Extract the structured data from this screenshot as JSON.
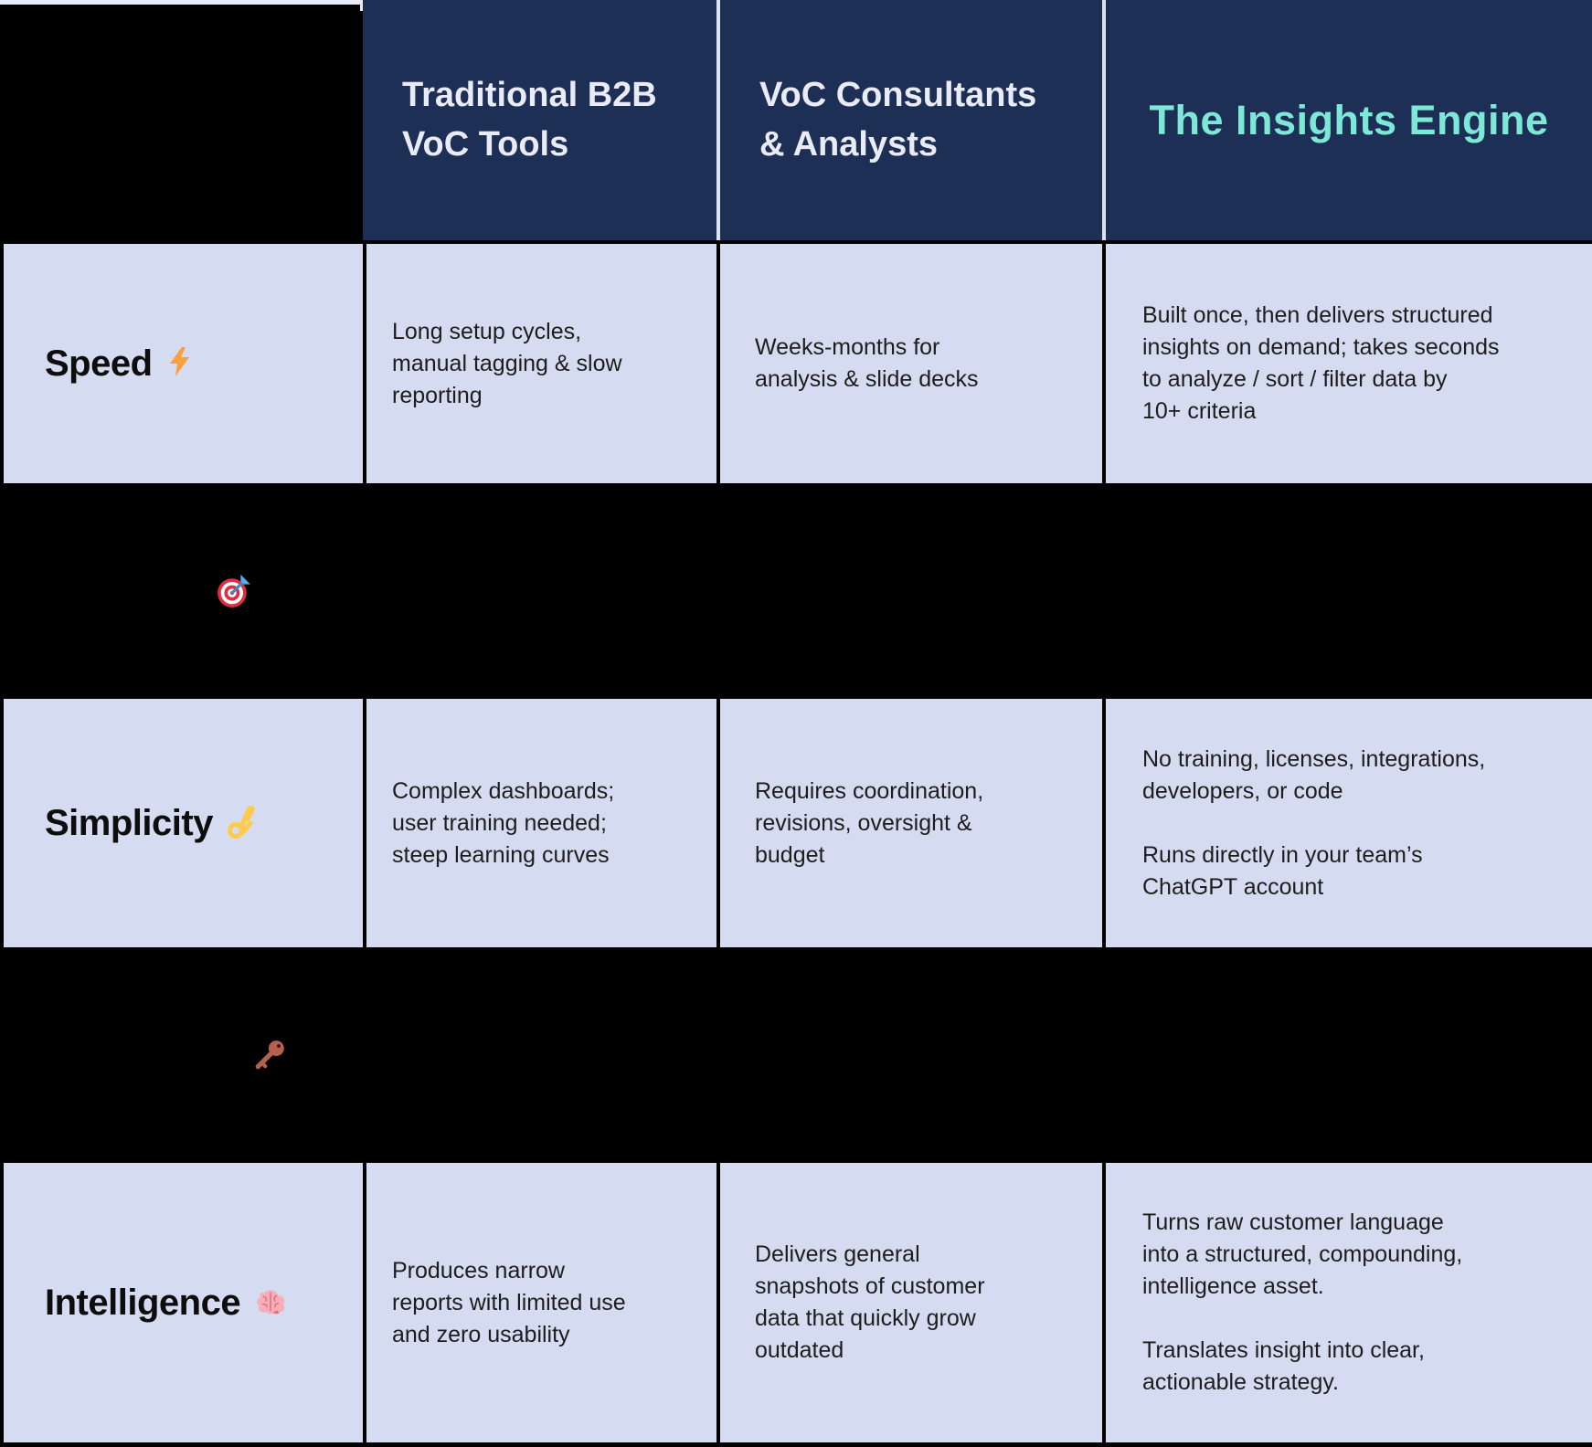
{
  "colors": {
    "page_bg": "#000000",
    "header_navy": "#1E2F55",
    "cell_lavender": "#D5DBF1",
    "header_text": "#E9ECF6",
    "accent_mint": "#7DE8D8",
    "label_text": "#0D0D0D",
    "body_text": "#1D1D1D",
    "divider_light": "#DDE2EF",
    "corner_strip": "#E8ECF8",
    "bolt_orange": "#F9A13C",
    "target_red": "#DD2E44",
    "dart_blue": "#3B88C3",
    "okhand_yellow": "#FFCB4C",
    "key_brown": "#B5604C",
    "brain_pink": "#F8AEB9"
  },
  "header": {
    "columns": [
      {
        "label": "Traditional B2B\nVoC Tools"
      },
      {
        "label": "VoC Consultants\n& Analysts"
      },
      {
        "label": "The Insights Engine",
        "highlight": true
      }
    ]
  },
  "rows": [
    {
      "label": "Speed",
      "icon": "lightning-bolt",
      "cells": [
        "Long setup cycles,\nmanual tagging & slow\nreporting",
        "Weeks-months for\nanalysis & slide decks",
        "Built once, then delivers structured\ninsights on demand; takes seconds\nto analyze / sort / filter data by\n10+ criteria"
      ]
    },
    {
      "kind": "spacer",
      "icon": "target"
    },
    {
      "label": "Simplicity",
      "icon": "ok-hand",
      "cells": [
        "Complex dashboards;\nuser training needed;\nsteep learning curves",
        "Requires coordination,\nrevisions, oversight &\nbudget",
        "No training, licenses, integrations,\ndevelopers, or code\n\nRuns directly in your team’s\nChatGPT account"
      ]
    },
    {
      "kind": "spacer",
      "icon": "key"
    },
    {
      "label": "Intelligence",
      "icon": "brain",
      "cells": [
        "Produces narrow\nreports with limited use\nand zero usability",
        "Delivers general\nsnapshots of customer\ndata that quickly grow\noutdated",
        "Turns raw customer language\ninto a structured, compounding,\nintelligence asset.\n\nTranslates insight into clear,\nactionable strategy."
      ]
    }
  ]
}
